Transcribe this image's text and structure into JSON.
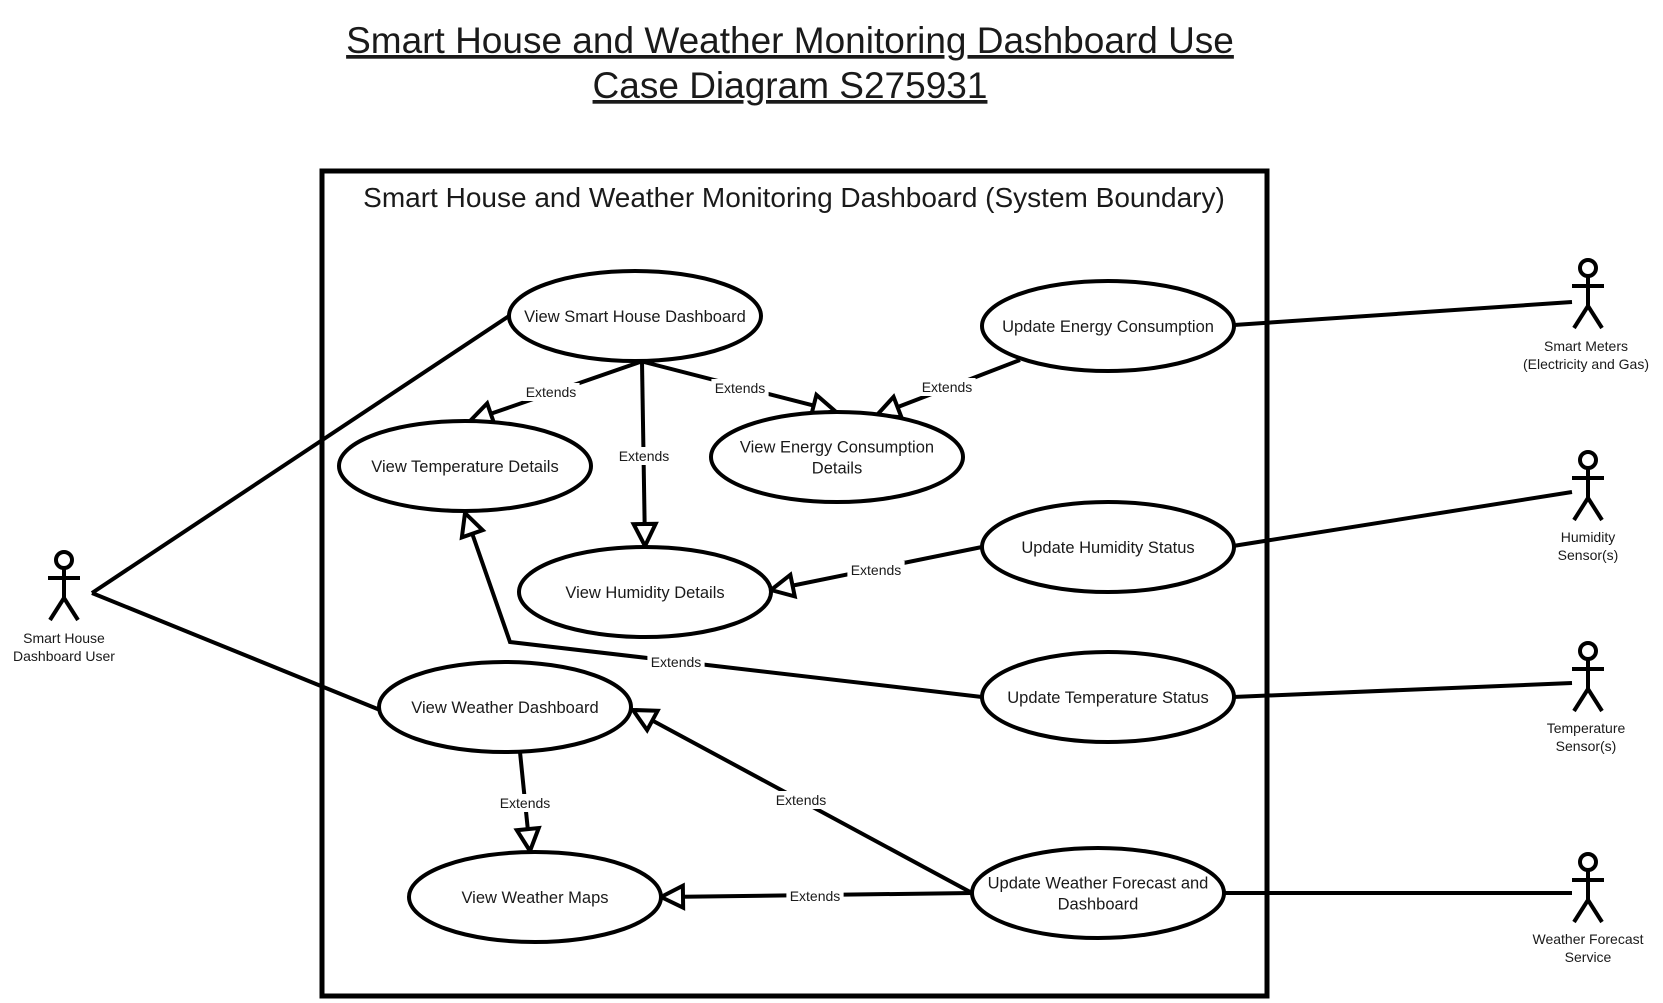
{
  "title": {
    "line1": "Smart House and Weather Monitoring Dashboard Use",
    "line2": "Case Diagram S275931"
  },
  "system_boundary": {
    "label": "Smart House and Weather Monitoring Dashboard (System Boundary)"
  },
  "use_cases": {
    "view_smart_house_dashboard": [
      "View Smart House Dashboard"
    ],
    "view_temperature_details": [
      "View Temperature Details"
    ],
    "view_energy_consumption_details": [
      "View Energy Consumption",
      "Details"
    ],
    "view_humidity_details": [
      "View Humidity Details"
    ],
    "view_weather_dashboard": [
      "View Weather Dashboard"
    ],
    "view_weather_maps": [
      "View Weather Maps"
    ],
    "update_energy_consumption": [
      "Update Energy Consumption"
    ],
    "update_humidity_status": [
      "Update Humidity Status"
    ],
    "update_temperature_status": [
      "Update Temperature Status"
    ],
    "update_weather_forecast": [
      "Update Weather Forecast and",
      "Dashboard"
    ]
  },
  "actors": {
    "dashboard_user": [
      "Smart House",
      "Dashboard User"
    ],
    "smart_meters": [
      "Smart Meters",
      "(Electricity and Gas)"
    ],
    "humidity_sensors": [
      "Humidity",
      "Sensor(s)"
    ],
    "temperature_sensors": [
      "Temperature",
      "Sensor(s)"
    ],
    "weather_service": [
      "Weather Forecast",
      "Service"
    ]
  },
  "associations": [
    {
      "actor": "dashboard_user",
      "use_case": "view_smart_house_dashboard"
    },
    {
      "actor": "dashboard_user",
      "use_case": "view_weather_dashboard"
    },
    {
      "actor": "smart_meters",
      "use_case": "update_energy_consumption"
    },
    {
      "actor": "humidity_sensors",
      "use_case": "update_humidity_status"
    },
    {
      "actor": "temperature_sensors",
      "use_case": "update_temperature_status"
    },
    {
      "actor": "weather_service",
      "use_case": "update_weather_forecast"
    }
  ],
  "extends": [
    {
      "from": "view_smart_house_dashboard",
      "to": "view_temperature_details",
      "label": "Extends"
    },
    {
      "from": "view_smart_house_dashboard",
      "to": "view_humidity_details",
      "label": "Extends"
    },
    {
      "from": "view_smart_house_dashboard",
      "to": "view_energy_consumption_details",
      "label": "Extends"
    },
    {
      "from": "update_energy_consumption",
      "to": "view_energy_consumption_details",
      "label": "Extends"
    },
    {
      "from": "update_humidity_status",
      "to": "view_humidity_details",
      "label": "Extends"
    },
    {
      "from": "update_temperature_status",
      "to": "view_temperature_details",
      "label": "Extends"
    },
    {
      "from": "view_weather_dashboard",
      "to": "view_weather_maps",
      "label": "Extends"
    },
    {
      "from": "update_weather_forecast",
      "to": "view_weather_dashboard",
      "label": "Extends"
    },
    {
      "from": "update_weather_forecast",
      "to": "view_weather_maps",
      "label": "Extends"
    }
  ]
}
